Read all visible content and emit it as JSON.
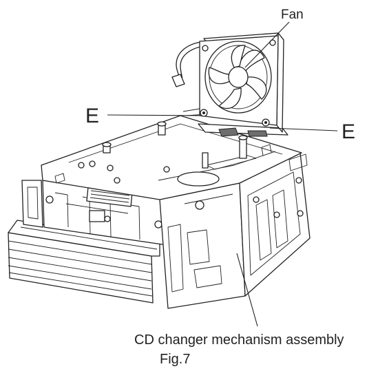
{
  "figure": {
    "labels": {
      "fan": "Fan",
      "screw_left": "E",
      "screw_right": "E",
      "assembly": "CD changer mechanism assembly"
    },
    "caption": "Fig.7"
  }
}
